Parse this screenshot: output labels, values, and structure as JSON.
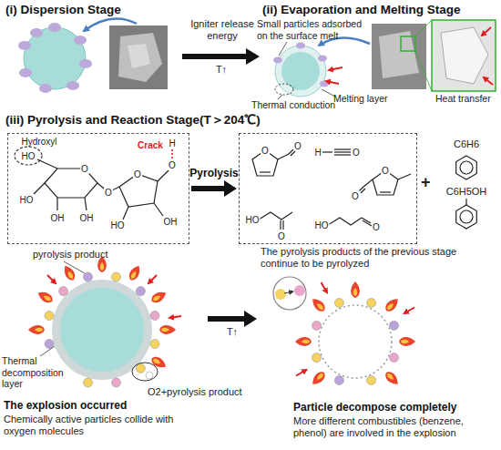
{
  "diagram": {
    "nodes": [
      {
        "text": [
          "Hydroxyl",
          "HO",
          "O",
          "O",
          "O",
          "O",
          "H",
          "Crack",
          "HO",
          "OH",
          "OH",
          "HO",
          "OH"
        ]
      },
      {
        "text": [
          "O",
          "O",
          "H",
          "O",
          "O",
          "O",
          "HO",
          "O",
          "HO",
          "O"
        ]
      }
    ],
    "edges": [
      {
        "from": 0,
        "to": 1,
        "label": "Pyrolysis",
        "arrow": "to"
      }
    ],
    "labels": [
      "(i) Dispersion Stage",
      "Igniter release energy",
      "T↑",
      "(ii) Evaporation and Melting Stage",
      "Small particles adsorbed on the surface melt",
      "Thermal conduction",
      "Melting layer",
      "Heat transfer",
      "(iii) Pyrolysis and Reaction Stage(T＞204℃)",
      "+",
      "C6H6",
      "C6H5OH",
      "pyrolysis product",
      "Thermal decomposition layer",
      "O2+pyrolysis product",
      "The explosion occurred",
      "Chemically active particles collide with oxygen molecules",
      "T↑",
      "The pyrolysis products of the previous stage continue to be pyrolyzed",
      "Particle decompose completely",
      "More different combustibles (benzene, phenol) are involved in the explosion"
    ]
  }
}
